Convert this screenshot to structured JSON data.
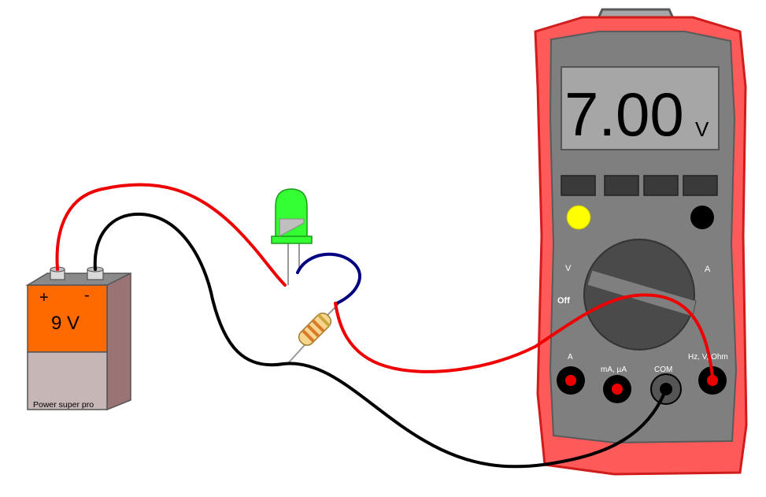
{
  "battery": {
    "plus_label": "+",
    "minus_label": "-",
    "voltage_label": "9 V",
    "brand_label": "Power super pro"
  },
  "multimeter": {
    "display_value": "7.00",
    "display_unit": "V",
    "dial_left_label": "V",
    "dial_right_label": "A",
    "dial_off_label": "Off",
    "jacks": [
      {
        "label": "A"
      },
      {
        "label": "mA, µA"
      },
      {
        "label": "COM"
      },
      {
        "label": "Hz, V, Ohm"
      }
    ]
  },
  "colors": {
    "meter_body": "#ff5a5a",
    "meter_face": "#7f7f7f",
    "display_bg": "#a6a6a6",
    "battery_top": "#ff6a00",
    "battery_bottom": "#c6b6b6",
    "led_green": "#33ff33",
    "wire_red": "#ee0000",
    "wire_black": "#000000",
    "wire_blue": "#000080",
    "yellow_button": "#ffff00"
  }
}
